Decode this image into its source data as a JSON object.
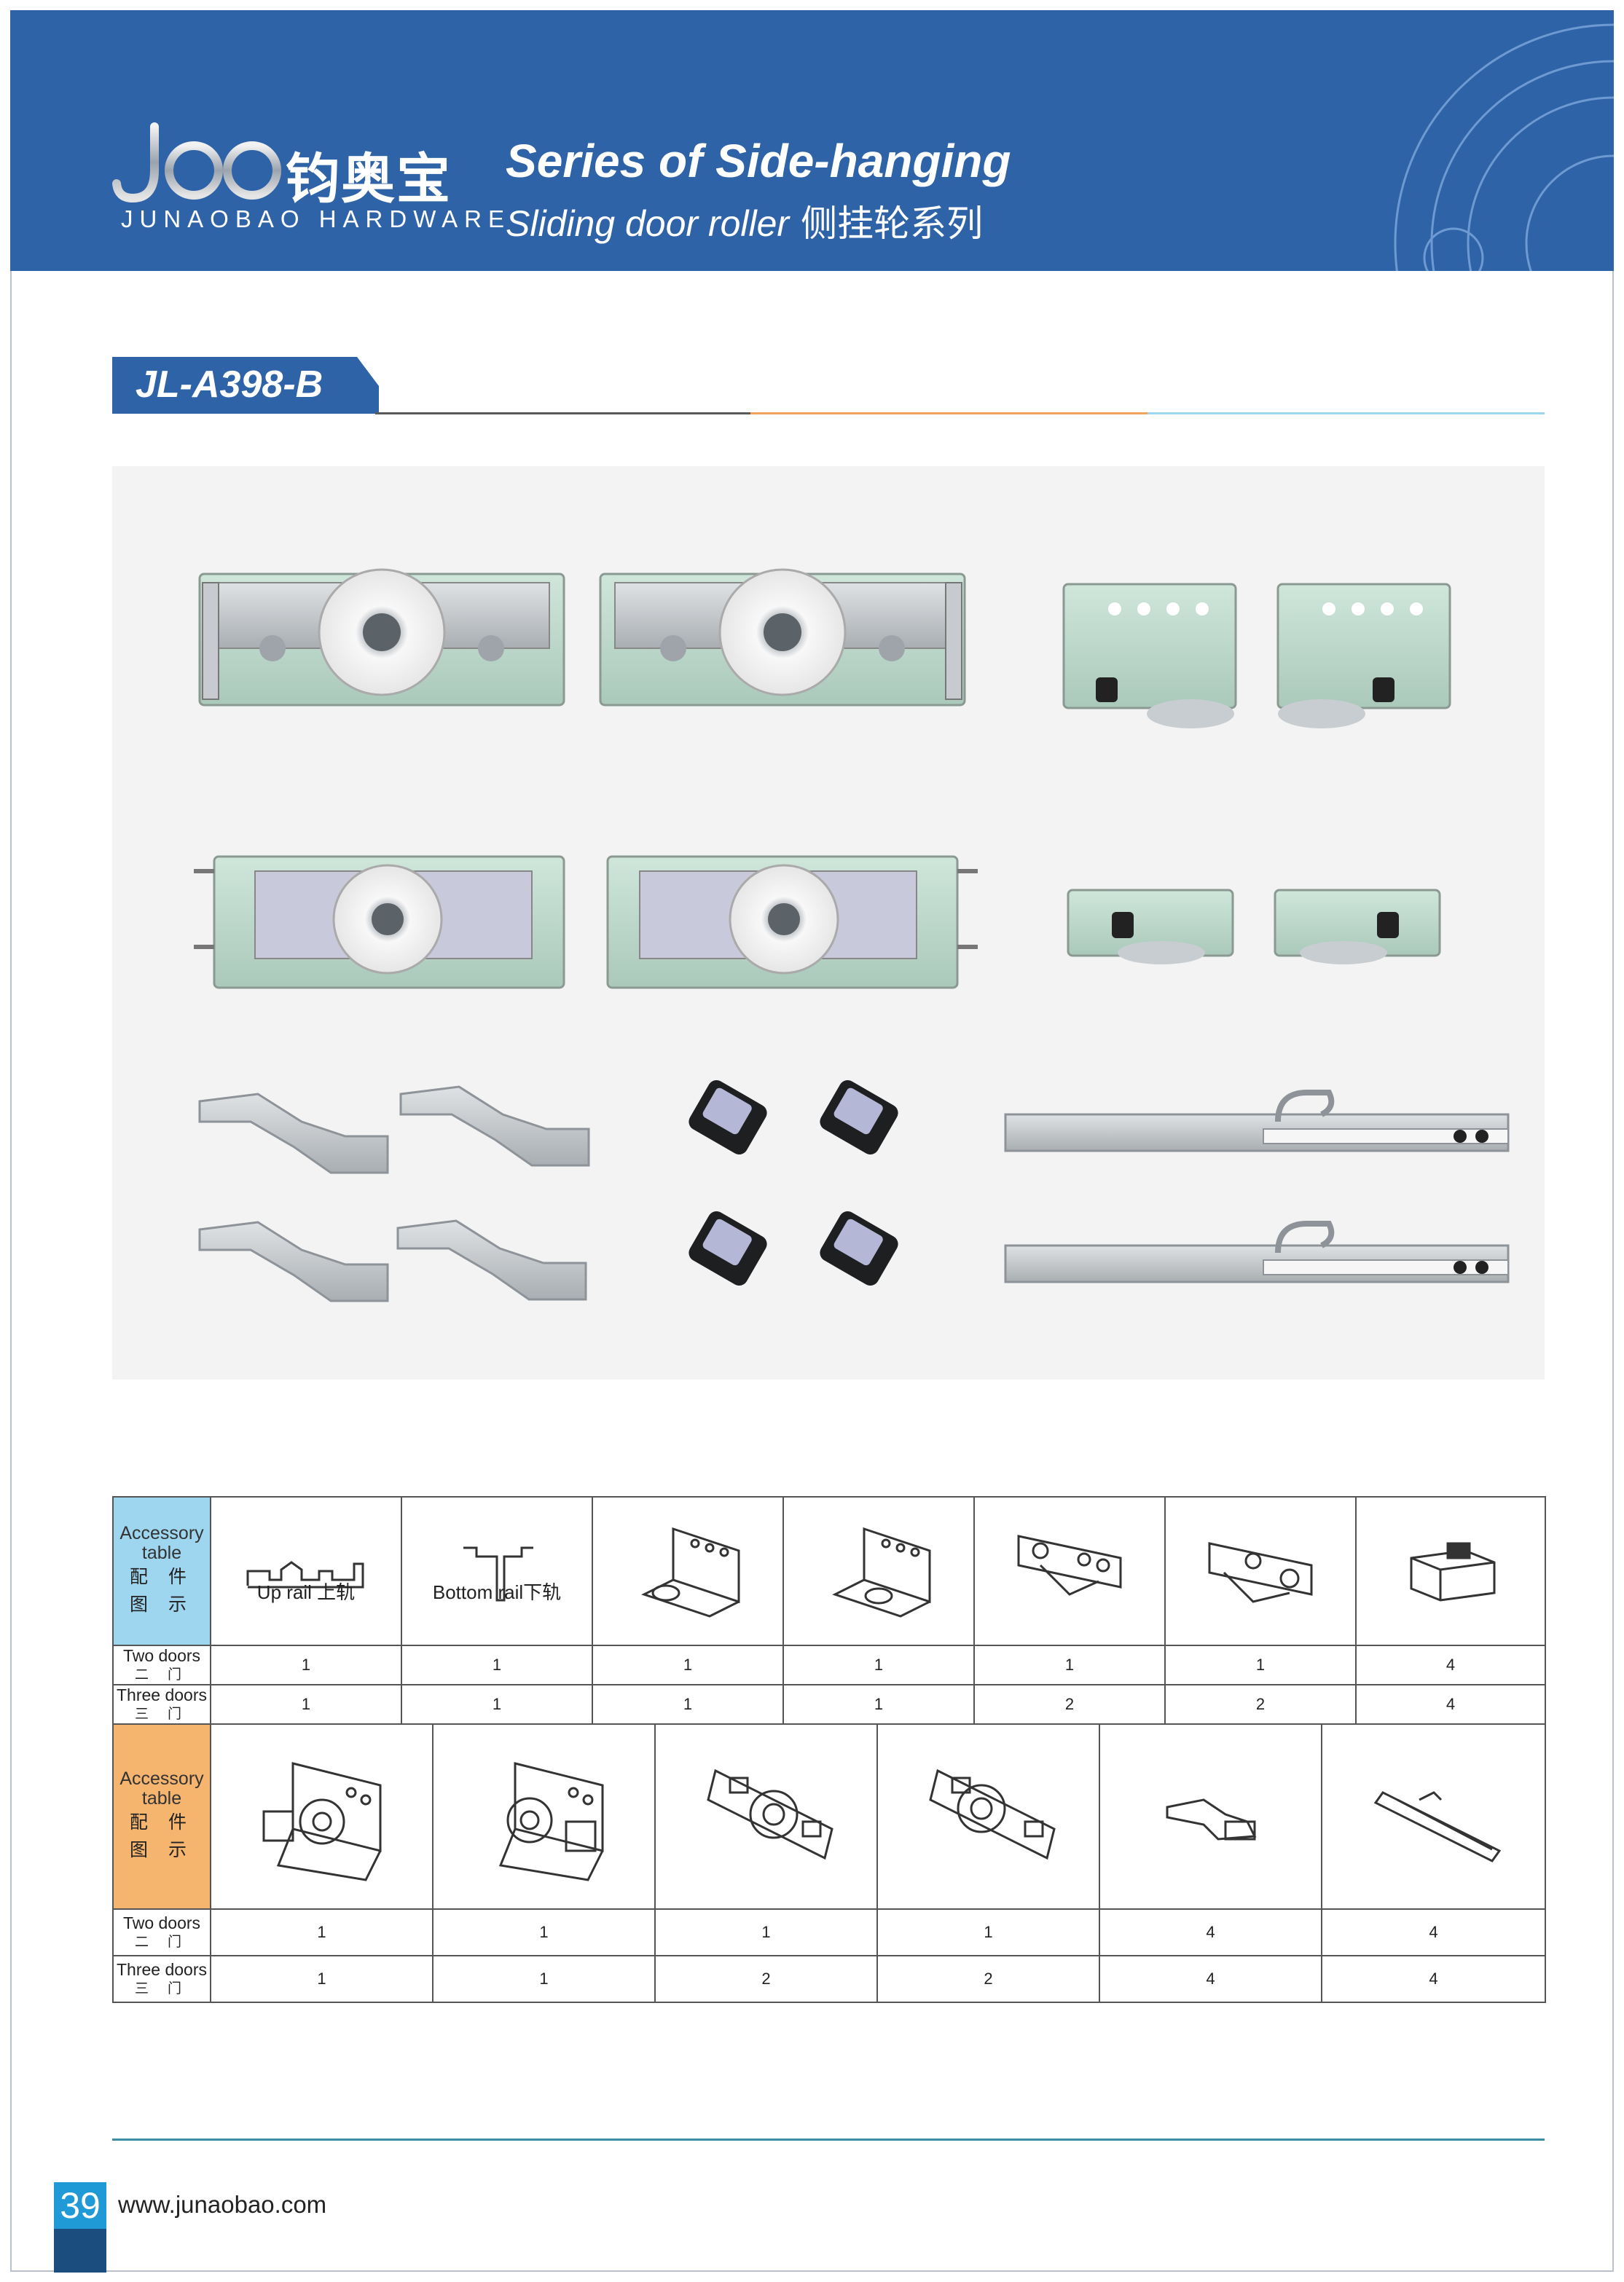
{
  "brand": {
    "name_cn": "钧奥宝",
    "name_en": "JUNAOBAO HARDWARE"
  },
  "series": {
    "title": "Series of Side-hanging",
    "subtitle": "Sliding door roller",
    "subtitle_cn": "侧挂轮系列"
  },
  "model": "JL-A398-B",
  "colors": {
    "header_blue": "#2f63a8",
    "table_blue": "#9fd6ef",
    "table_orange": "#f6b56e",
    "line_orange": "#f0a35c",
    "line_light_blue": "#9fd6ef"
  },
  "table_header": {
    "line1": "Accessory",
    "line2": "table",
    "cn1": "配 件",
    "cn2": "图 示"
  },
  "row_labels": {
    "two_doors": "Two doors",
    "two_doors_cn": "二 门",
    "three_doors": "Three doors",
    "three_doors_cn": "三 门"
  },
  "table1": {
    "up_rail": "Up rail",
    "up_rail_cn": "上轨",
    "bottom_rail": "Bottom rail",
    "bottom_rail_cn": "下轨",
    "icons": [
      "up-rail-profile-icon",
      "bottom-rail-profile-icon",
      "angle-bracket-left-icon",
      "angle-bracket-right-icon",
      "guide-plate-left-icon",
      "guide-plate-right-icon",
      "stopper-block-icon"
    ],
    "two_doors": [
      "1",
      "1",
      "1",
      "1",
      "1",
      "1",
      "4"
    ],
    "three_doors": [
      "1",
      "1",
      "1",
      "1",
      "2",
      "2",
      "4"
    ]
  },
  "table2": {
    "icons": [
      "top-roller-left-icon",
      "top-roller-right-icon",
      "bottom-roller-left-icon",
      "bottom-roller-right-icon",
      "clip-hook-icon",
      "damper-rail-icon"
    ],
    "two_doors": [
      "1",
      "1",
      "1",
      "1",
      "4",
      "4"
    ],
    "three_doors": [
      "1",
      "1",
      "2",
      "2",
      "4",
      "4"
    ]
  },
  "footer": {
    "page_number": "39",
    "website": "www.junaobao.com"
  }
}
